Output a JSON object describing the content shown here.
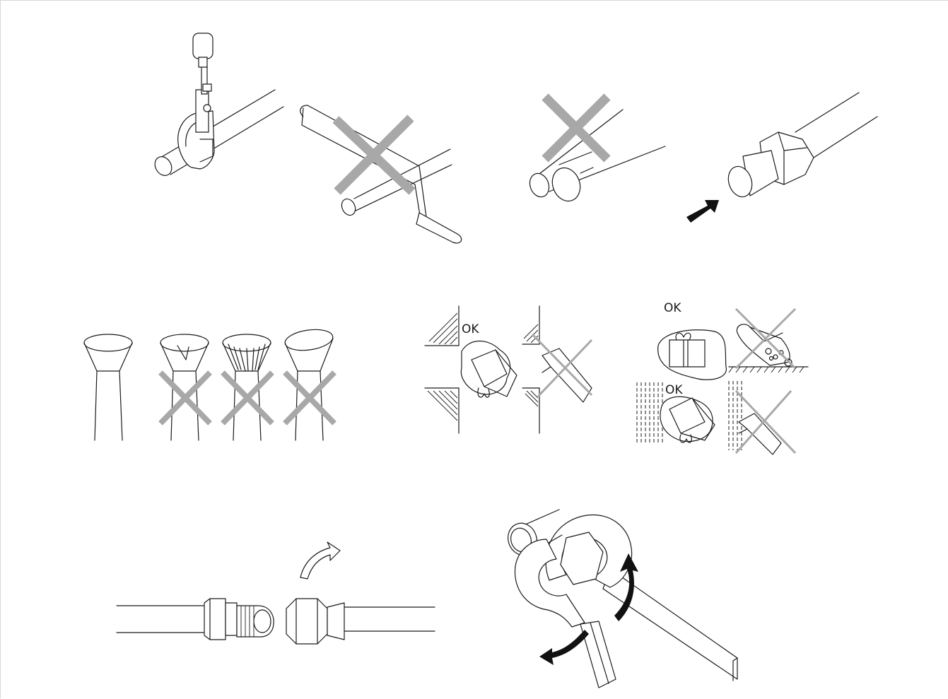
{
  "labels": {
    "ok_sealed_hole": "OK",
    "ok_sealed_dust": "OK",
    "ok_sealed_rain": "OK"
  },
  "colors": {
    "ink": "#1a1a1a",
    "prohibited_cross": "#a8a8a8",
    "background": "#ffffff"
  },
  "panels": [
    {
      "id": "tube-cutter",
      "status": "correct"
    },
    {
      "id": "hacksaw",
      "status": "prohibited"
    },
    {
      "id": "oval-cut",
      "status": "prohibited"
    },
    {
      "id": "insert-flare-nut",
      "status": "correct"
    },
    {
      "id": "flare-good",
      "status": "correct"
    },
    {
      "id": "flare-cracked",
      "status": "prohibited"
    },
    {
      "id": "flare-wrinkled",
      "status": "prohibited"
    },
    {
      "id": "flare-uneven",
      "status": "prohibited"
    },
    {
      "id": "wall-penetration-sealed",
      "status": "correct"
    },
    {
      "id": "wall-penetration-open",
      "status": "prohibited"
    },
    {
      "id": "pipe-end-sealed",
      "status": "correct"
    },
    {
      "id": "pipe-end-dirt",
      "status": "prohibited"
    },
    {
      "id": "rain-sealed",
      "status": "correct"
    },
    {
      "id": "rain-open",
      "status": "prohibited"
    },
    {
      "id": "hand-tighten-flare-nut",
      "status": "correct"
    },
    {
      "id": "two-wrench-tighten",
      "status": "correct"
    }
  ]
}
